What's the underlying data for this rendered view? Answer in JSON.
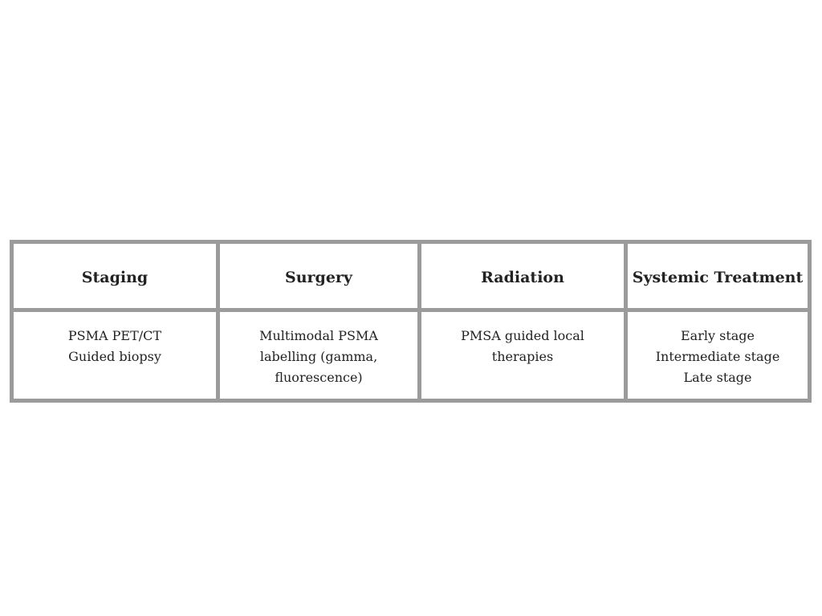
{
  "table": {
    "headers": [
      "Staging",
      "Surgery",
      "Radiation",
      "Systemic Treatment"
    ],
    "rows": [
      {
        "col0": [
          "PSMA PET/CT",
          "Guided biopsy"
        ],
        "col1": [
          "Multimodal PSMA",
          "labelling (gamma,",
          "fluorescence)"
        ],
        "col2": [
          "PMSA guided local",
          "therapies"
        ],
        "col3": [
          "Early stage",
          "Intermediate stage",
          "Late stage"
        ]
      }
    ]
  }
}
